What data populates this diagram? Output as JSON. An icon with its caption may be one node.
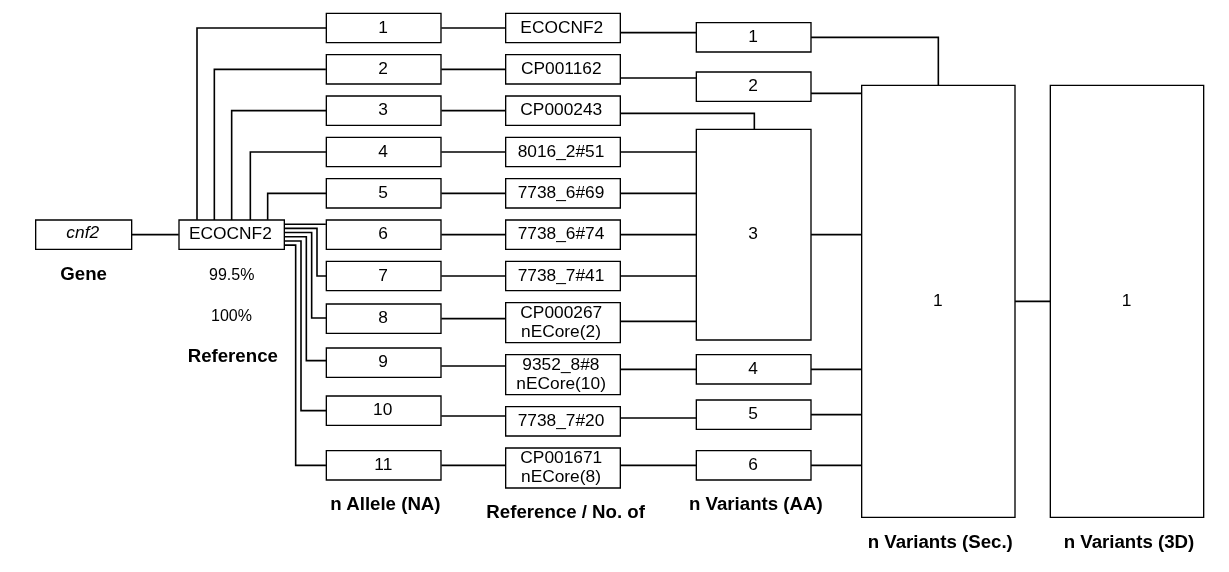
{
  "diagram": {
    "nodes": [
      {
        "text": [
          "cnf2"
        ]
      },
      {
        "text": [
          "ECOCNF2"
        ]
      },
      {
        "text": [
          "1"
        ]
      },
      {
        "text": [
          "2"
        ]
      },
      {
        "text": [
          "3"
        ]
      },
      {
        "text": [
          "4"
        ]
      },
      {
        "text": [
          "5"
        ]
      },
      {
        "text": [
          "6"
        ]
      },
      {
        "text": [
          "7"
        ]
      },
      {
        "text": [
          "8"
        ]
      },
      {
        "text": [
          "9"
        ]
      },
      {
        "text": [
          "10"
        ]
      },
      {
        "text": [
          "11"
        ]
      },
      {
        "text": [
          "ECOCNF2"
        ]
      },
      {
        "text": [
          "CP001162"
        ]
      },
      {
        "text": [
          "CP000243"
        ]
      },
      {
        "text": [
          "8016_2#51"
        ]
      },
      {
        "text": [
          "7738_6#69"
        ]
      },
      {
        "text": [
          "7738_6#74"
        ]
      },
      {
        "text": [
          "7738_7#41"
        ]
      },
      {
        "text": [
          "CP000267",
          "nECore(2)"
        ]
      },
      {
        "text": [
          "9352_8#8",
          "nECore(10)"
        ]
      },
      {
        "text": [
          "7738_7#20"
        ]
      },
      {
        "text": [
          "CP001671",
          "nECore(8)"
        ]
      },
      {
        "text": [
          "1"
        ]
      },
      {
        "text": [
          "2"
        ]
      },
      {
        "text": [
          "3"
        ]
      },
      {
        "text": [
          "4"
        ]
      },
      {
        "text": [
          "5"
        ]
      },
      {
        "text": [
          "6"
        ]
      },
      {
        "text": [
          "1"
        ]
      },
      {
        "text": [
          "1"
        ]
      }
    ],
    "edges": [
      {
        "from": 0,
        "to": 1,
        "arrow": "none"
      },
      {
        "from": 1,
        "to": 2,
        "arrow": "none"
      },
      {
        "from": 1,
        "to": 3,
        "arrow": "none"
      },
      {
        "from": 1,
        "to": 4,
        "arrow": "none"
      },
      {
        "from": 1,
        "to": 5,
        "arrow": "none"
      },
      {
        "from": 1,
        "to": 6,
        "arrow": "none"
      },
      {
        "from": 1,
        "to": 7,
        "arrow": "none"
      },
      {
        "from": 1,
        "to": 8,
        "arrow": "none"
      },
      {
        "from": 1,
        "to": 9,
        "arrow": "none"
      },
      {
        "from": 1,
        "to": 10,
        "arrow": "none"
      },
      {
        "from": 1,
        "to": 11,
        "arrow": "none"
      },
      {
        "from": 1,
        "to": 12,
        "arrow": "none"
      },
      {
        "from": 2,
        "to": 13,
        "arrow": "none"
      },
      {
        "from": 3,
        "to": 14,
        "arrow": "none"
      },
      {
        "from": 4,
        "to": 15,
        "arrow": "none"
      },
      {
        "from": 5,
        "to": 16,
        "arrow": "none"
      },
      {
        "from": 6,
        "to": 17,
        "arrow": "none"
      },
      {
        "from": 7,
        "to": 18,
        "arrow": "none"
      },
      {
        "from": 8,
        "to": 19,
        "arrow": "none"
      },
      {
        "from": 9,
        "to": 20,
        "arrow": "none"
      },
      {
        "from": 10,
        "to": 21,
        "arrow": "none"
      },
      {
        "from": 11,
        "to": 22,
        "arrow": "none"
      },
      {
        "from": 12,
        "to": 23,
        "arrow": "none"
      },
      {
        "from": 13,
        "to": 24,
        "arrow": "none"
      },
      {
        "from": 14,
        "to": 25,
        "arrow": "none"
      },
      {
        "from": 15,
        "to": 26,
        "arrow": "none"
      },
      {
        "from": 16,
        "to": 26,
        "arrow": "none"
      },
      {
        "from": 17,
        "to": 26,
        "arrow": "none"
      },
      {
        "from": 18,
        "to": 26,
        "arrow": "none"
      },
      {
        "from": 19,
        "to": 26,
        "arrow": "none"
      },
      {
        "from": 20,
        "to": 26,
        "arrow": "none"
      },
      {
        "from": 21,
        "to": 27,
        "arrow": "none"
      },
      {
        "from": 22,
        "to": 28,
        "arrow": "none"
      },
      {
        "from": 23,
        "to": 29,
        "arrow": "none"
      },
      {
        "from": 24,
        "to": 30,
        "arrow": "none"
      },
      {
        "from": 25,
        "to": 30,
        "arrow": "none"
      },
      {
        "from": 26,
        "to": 30,
        "arrow": "none"
      },
      {
        "from": 27,
        "to": 30,
        "arrow": "none"
      },
      {
        "from": 28,
        "to": 30,
        "arrow": "none"
      },
      {
        "from": 29,
        "to": 30,
        "arrow": "none"
      },
      {
        "from": 30,
        "to": 31,
        "arrow": "none"
      }
    ],
    "labels": [
      "Gene",
      "Reference",
      "n Allele (NA)",
      "Reference / No. of",
      "n Variants (AA)",
      "n Variants (Sec.)",
      "n Variants (3D)",
      "100%",
      "99.5%"
    ]
  }
}
